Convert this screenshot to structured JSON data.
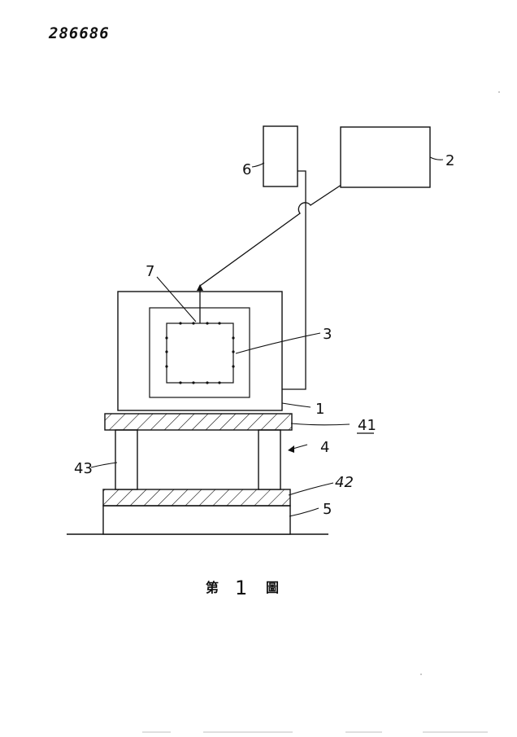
{
  "document_number": "286686",
  "labels": {
    "l1": "1",
    "l2": "2",
    "l3": "3",
    "l4": "4",
    "l5": "5",
    "l6": "6",
    "l7": "7",
    "l41": "41",
    "l42": "42",
    "l43": "43"
  },
  "caption": {
    "prefix": "第",
    "number": "1",
    "suffix": "圖"
  }
}
